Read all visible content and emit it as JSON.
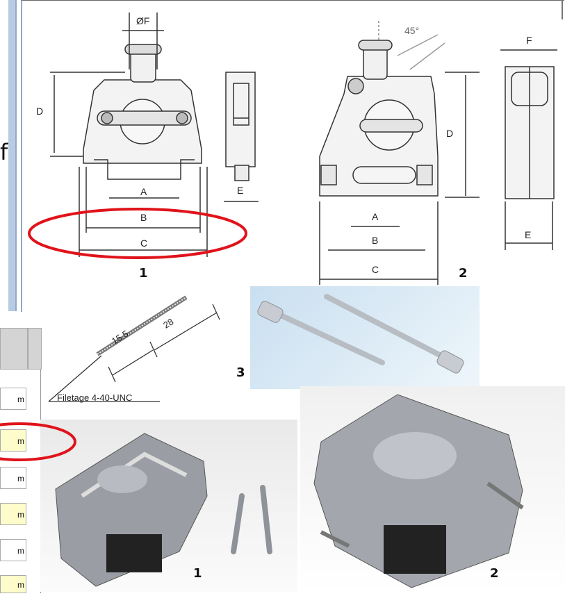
{
  "diagram_top": {
    "labels": {
      "phi_f": "ØF",
      "d_left": "D",
      "a_left": "A",
      "b_left": "B",
      "c_left": "C",
      "e_left": "E",
      "angle": "45°",
      "d_right": "D",
      "f_right": "F",
      "a_right": "A",
      "b_right": "B",
      "c_right": "C",
      "e_right": "E",
      "cut_letter": "f"
    },
    "numbers": {
      "one": "1",
      "two": "2"
    }
  },
  "screw_diagram": {
    "len1": "15.5",
    "len2": "28",
    "thread_label": "Filetage 4-40-UNC",
    "number": "3"
  },
  "table": {
    "cells": [
      "m",
      "m",
      "m",
      "m",
      "m",
      "m"
    ]
  },
  "photos": {
    "left_number": "1",
    "right_number": "2"
  },
  "colors": {
    "highlight_ellipse": "#e0131a",
    "table_yellow": "#fffccc",
    "left_rule": "#a9c0dd"
  }
}
